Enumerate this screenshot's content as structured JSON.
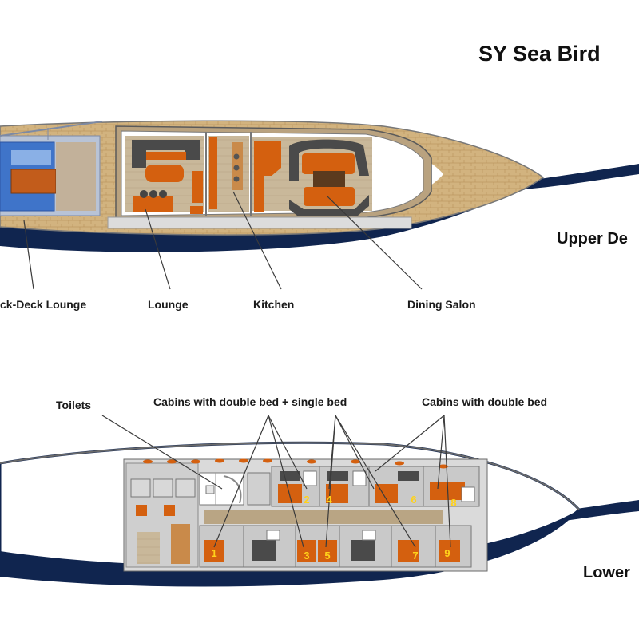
{
  "title": "SY Sea Bird",
  "upper_deck": {
    "label": "Upper De",
    "callouts": [
      "ck-Deck Lounge",
      "Lounge",
      "Kitchen",
      "Dining Salon"
    ]
  },
  "lower_deck": {
    "label": "Lower",
    "callouts": [
      "Toilets",
      "Cabins with double bed + single bed",
      "Cabins with double bed"
    ],
    "cabin_numbers": [
      "2",
      "4",
      "6",
      "8",
      "1",
      "3",
      "5",
      "7",
      "9"
    ]
  },
  "colors": {
    "hull": "#10254f",
    "deck_wood": "#d2b37f",
    "furniture": "#d4600f",
    "cabin_fill": "#c9c9c9",
    "cabin_number": "#ffd21a"
  }
}
